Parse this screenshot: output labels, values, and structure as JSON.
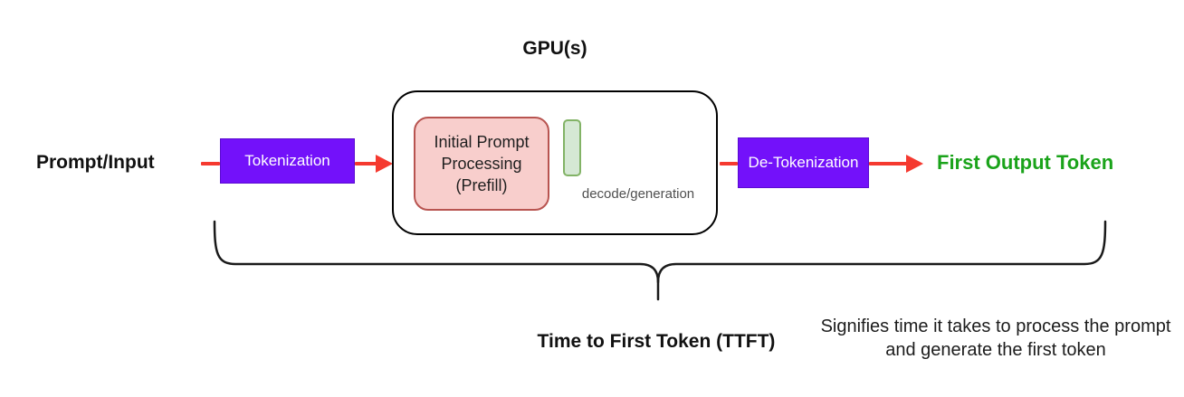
{
  "diagram": {
    "gpu_title": "GPU(s)",
    "input_label": "Prompt/Input",
    "tokenization_label": "Tokenization",
    "prefill_label": "Initial Prompt Processing (Prefill)",
    "decode_label": "decode/generation",
    "detokenization_label": "De-Tokenization",
    "output_label": "First Output Token",
    "ttft_label": "Time to First Token (TTFT)",
    "ttft_description": "Signifies time it takes to process the prompt and generate the first token",
    "colors": {
      "box_purple": "#7311FA",
      "box_purple_stroke": "#5A0BD0",
      "box_purple_text": "#FFFFFF",
      "prefill_fill": "#F8CECC",
      "prefill_stroke": "#B85450",
      "decode_fill": "#D5E8D4",
      "decode_stroke": "#82B366",
      "arrow_red": "#F5392F",
      "output_green": "#1AA31A",
      "container_stroke": "#000000",
      "brace_stroke": "#1A1A1A"
    }
  }
}
